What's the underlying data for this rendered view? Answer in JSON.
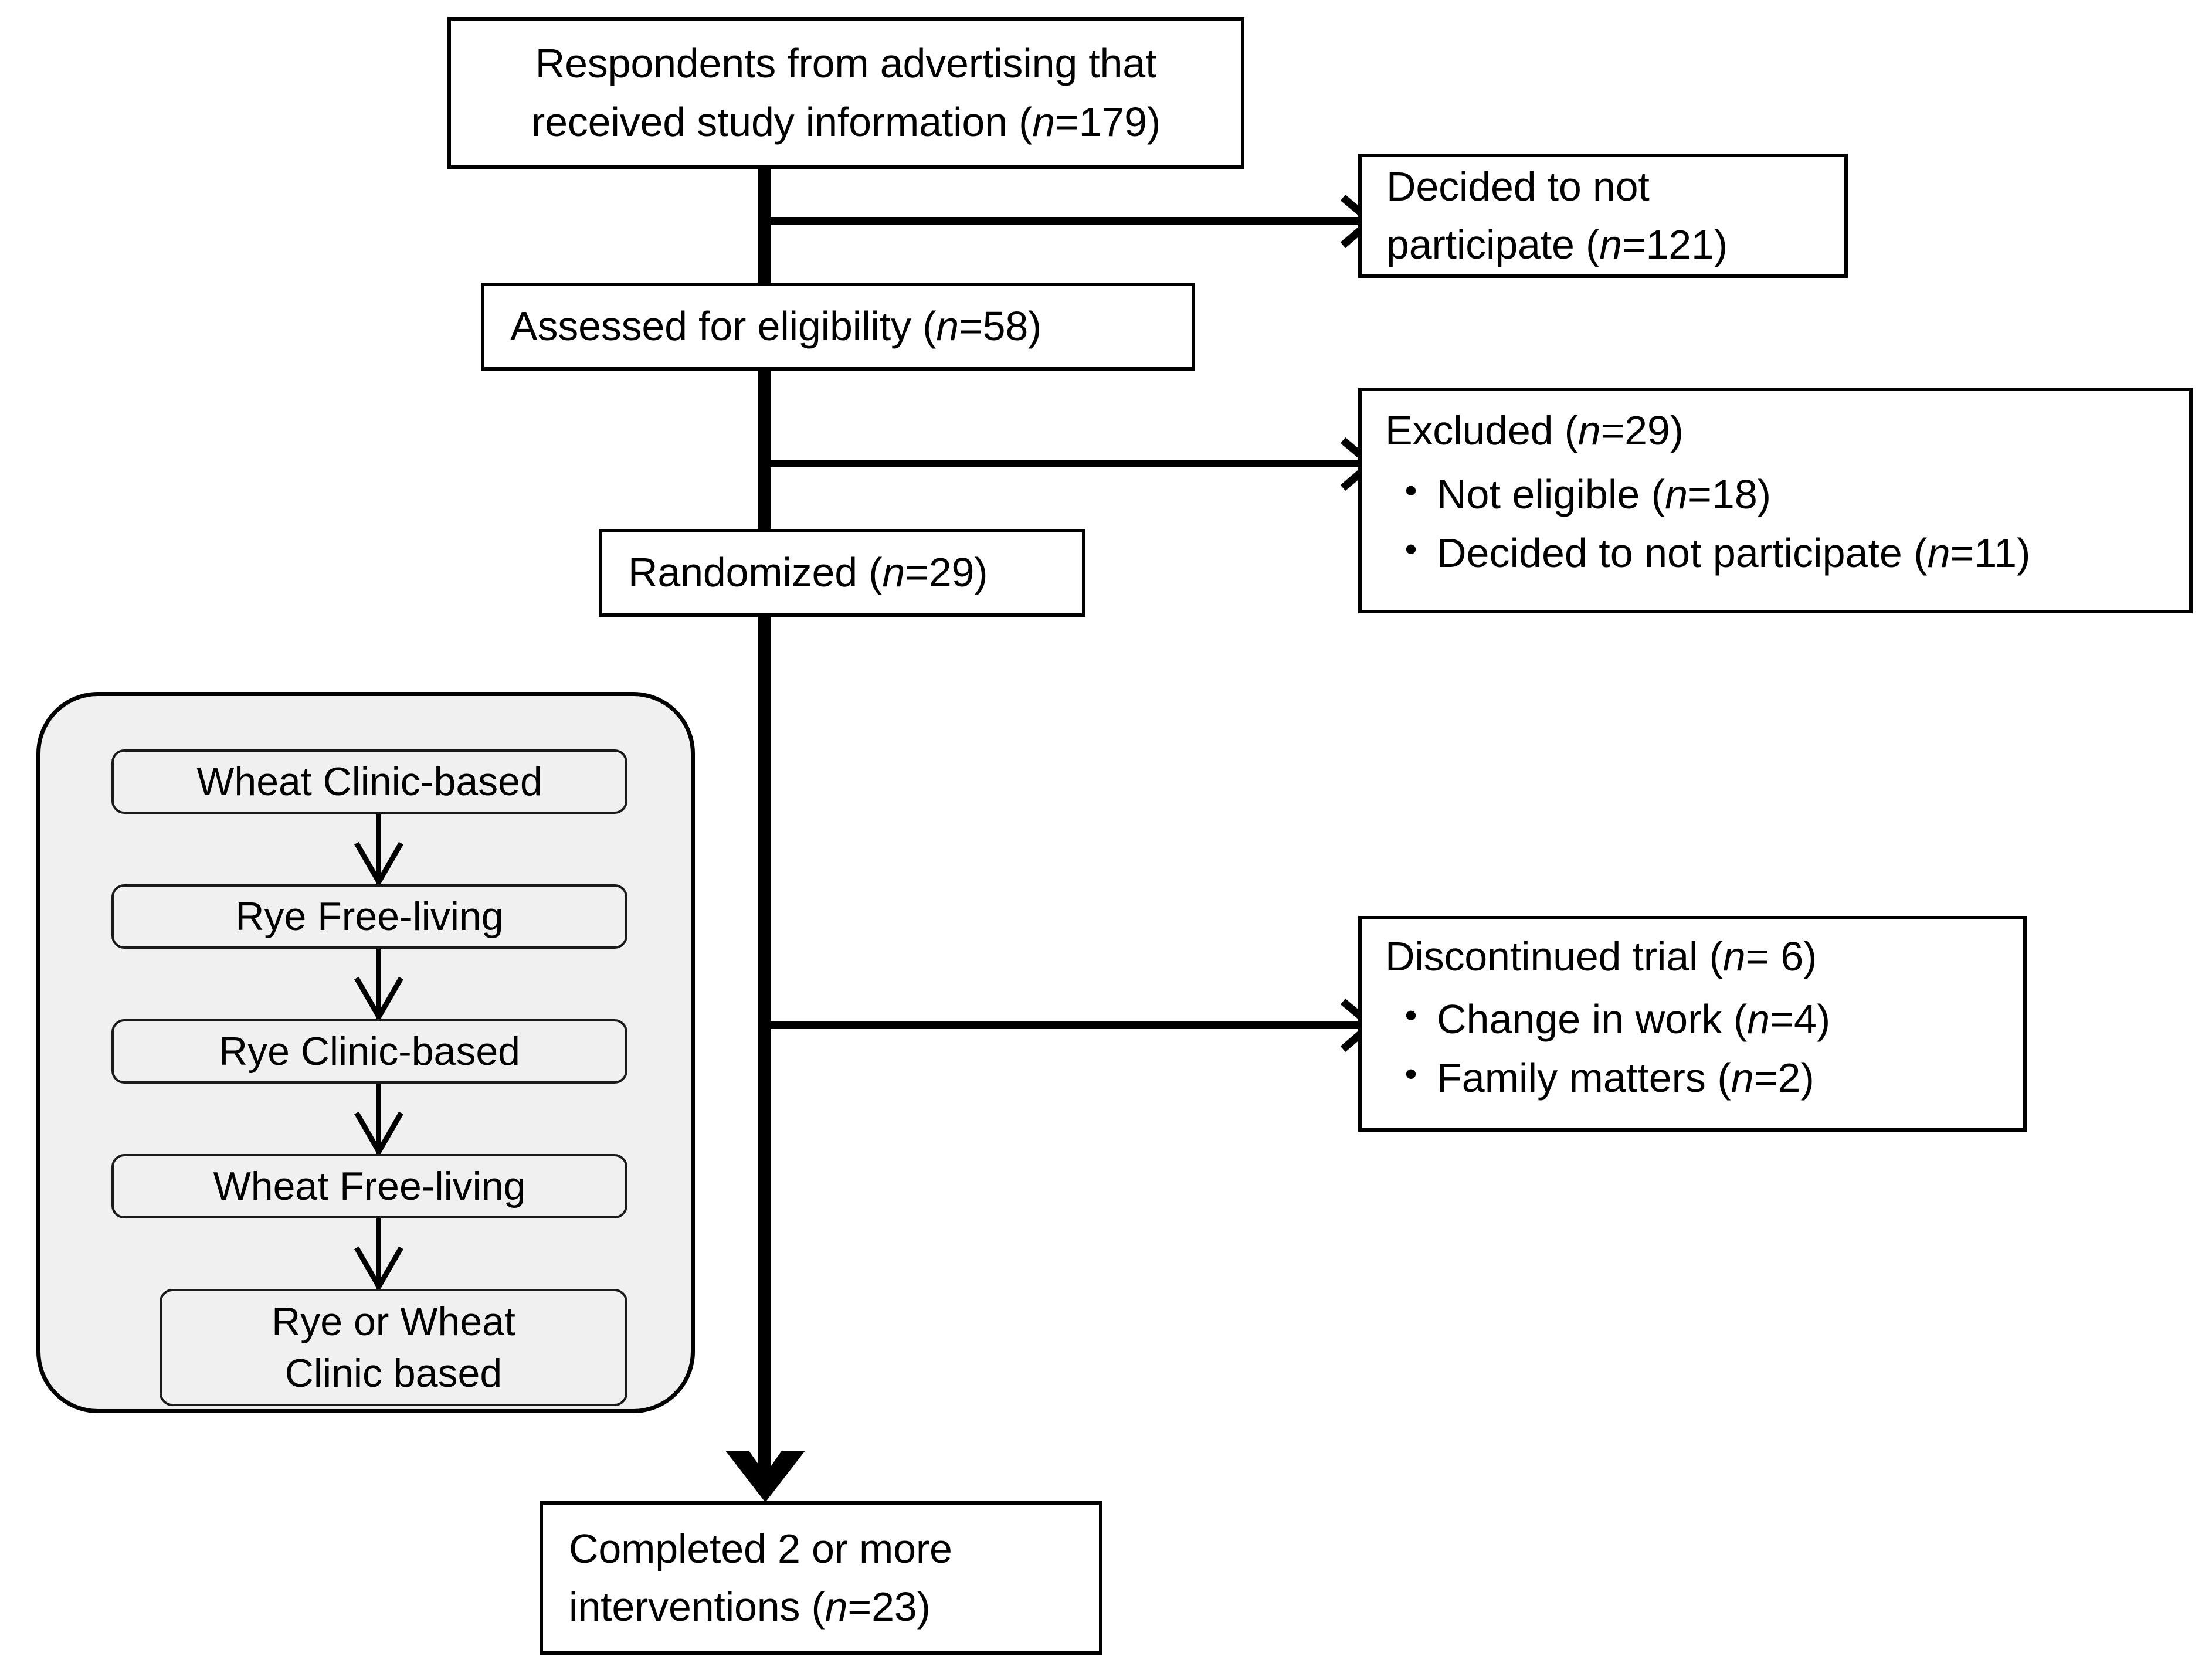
{
  "diagram": {
    "title": "CONSORT participant flow diagram",
    "colors": {
      "stroke": "#000000",
      "box_fill": "#ffffff",
      "panel_fill": "#f0f0f0",
      "text": "#000000"
    },
    "nodes": {
      "respondents": {
        "line1": "Respondents from advertising that",
        "line2_prefix": "received study information (",
        "line2_n": "n",
        "line2_suffix": "=179)"
      },
      "assessed": {
        "prefix": "Assessed for eligibility (",
        "n": "n",
        "suffix": "=58)"
      },
      "randomized": {
        "prefix": "Randomized (",
        "n": "n",
        "suffix": "=29)"
      },
      "completed": {
        "line1": "Completed 2 or more",
        "line2_prefix": "interventions (",
        "line2_n": "n",
        "line2_suffix": "=23)"
      },
      "declined": {
        "line1": "Decided to not",
        "line2_prefix": "participate (",
        "line2_n": "n",
        "line2_suffix": "=121)"
      },
      "excluded": {
        "heading_prefix": "Excluded (",
        "heading_n": "n",
        "heading_suffix": "=29)",
        "bullet_char": "•",
        "bullets": [
          {
            "prefix": "Not eligible (",
            "n": "n",
            "suffix": "=18)"
          },
          {
            "prefix": "Decided to not participate (",
            "n": "n",
            "suffix": "=11)"
          }
        ]
      },
      "discontinued": {
        "heading_prefix": "Discontinued trial  (",
        "heading_n": "n",
        "heading_suffix": "= 6)",
        "bullet_char": "•",
        "bullets": [
          {
            "prefix": "Change in work (",
            "n": "n",
            "suffix": "=4)"
          },
          {
            "prefix": "Family matters (",
            "n": "n",
            "suffix": "=2)"
          }
        ]
      }
    },
    "intervention_panel": {
      "steps": [
        {
          "label": "Wheat Clinic-based"
        },
        {
          "label": "Rye Free-living"
        },
        {
          "label": "Rye Clinic-based"
        },
        {
          "label": "Wheat Free-living"
        },
        {
          "label_line1": "Rye or Wheat",
          "label_line2": "Clinic based"
        }
      ]
    }
  }
}
